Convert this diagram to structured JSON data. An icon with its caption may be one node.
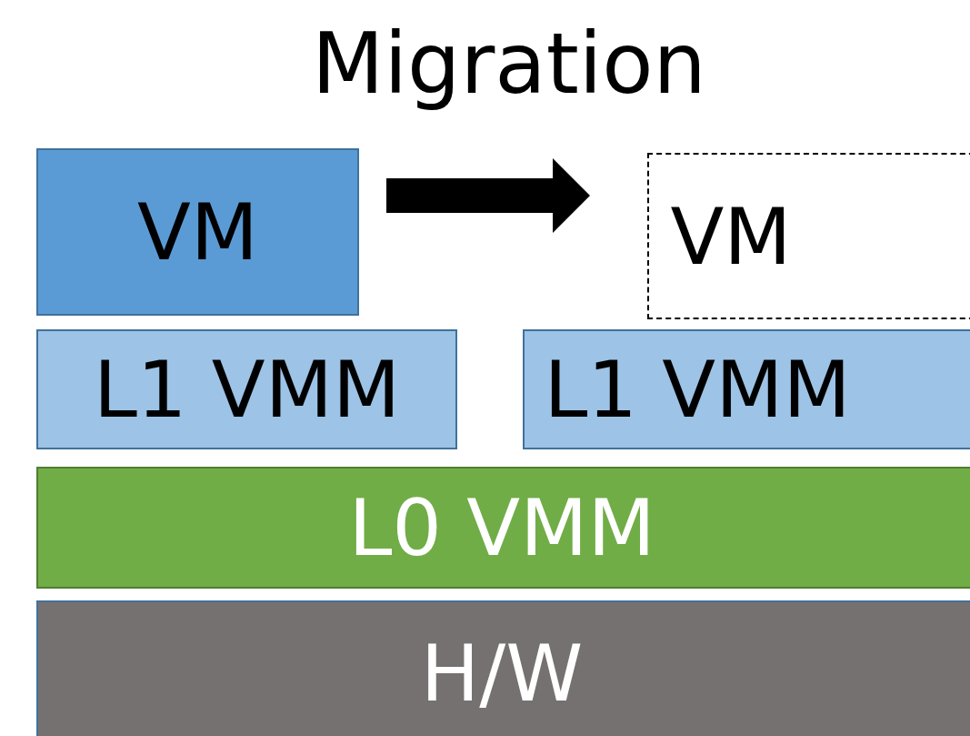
{
  "diagram": {
    "title": "Migration",
    "nodes": [
      {
        "text": [
          "VM"
        ]
      },
      {
        "text": [
          "VM"
        ]
      },
      {
        "text": [
          "L1 VMM"
        ]
      },
      {
        "text": [
          "L1 VMM"
        ]
      },
      {
        "text": [
          "L0 VMM"
        ]
      },
      {
        "text": [
          "H/W"
        ]
      }
    ],
    "edges": [
      {
        "from": 0,
        "to": 1,
        "arrow": "to"
      }
    ]
  }
}
